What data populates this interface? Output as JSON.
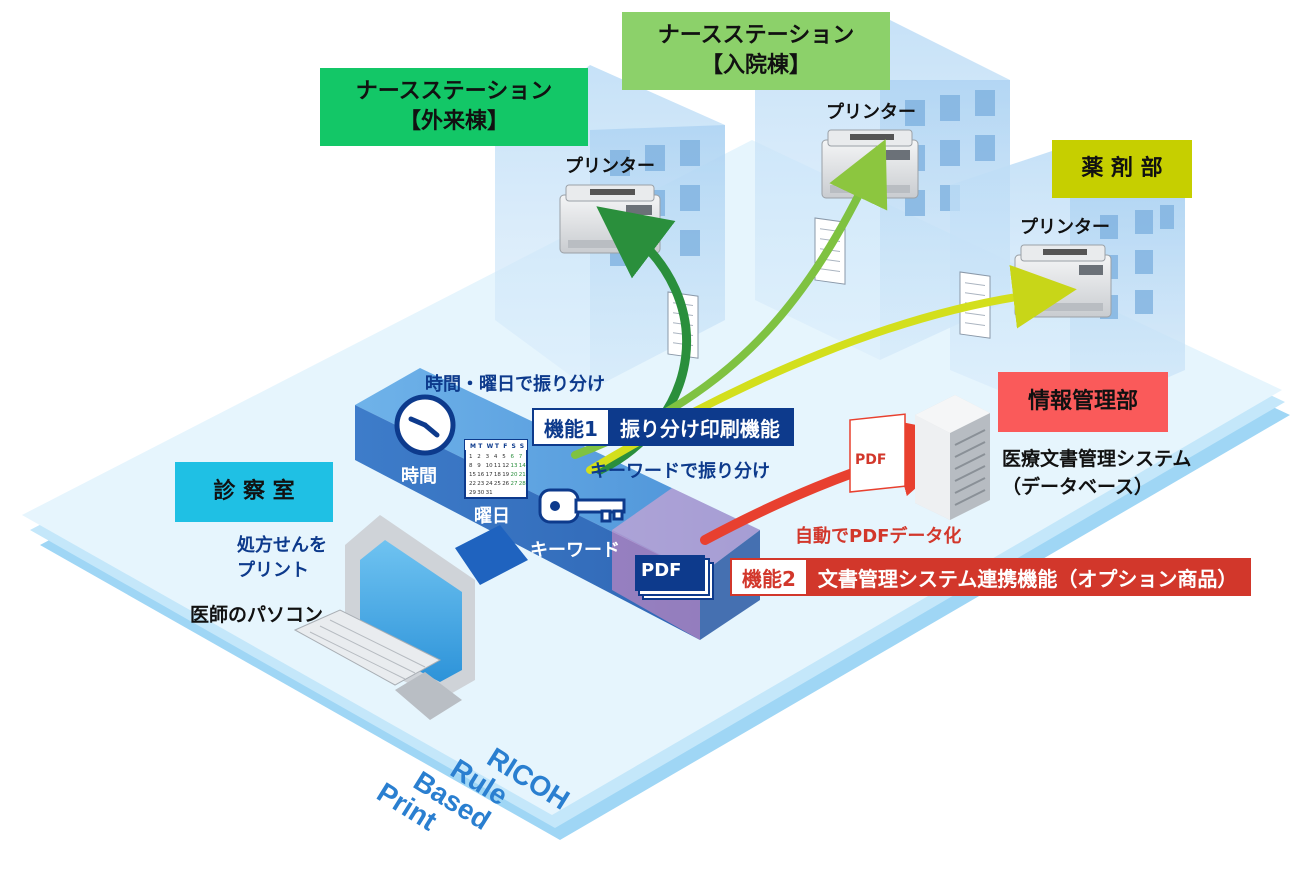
{
  "stations": {
    "outpatient": {
      "title": "ナースステーション",
      "sub": "【外来棟】",
      "color": "#13c767"
    },
    "inpatient": {
      "title": "ナースステーション",
      "sub": "【入院棟】",
      "color": "#8cd16a"
    },
    "pharmacy": {
      "title": "薬 剤 部",
      "color": "#c6cf00"
    },
    "info_mgmt": {
      "title": "情報管理部",
      "color": "#fa5a5a"
    },
    "exam_room": {
      "title": "診 察 室",
      "color": "#1fc0e4"
    }
  },
  "printers": {
    "printer1": "プリンター",
    "printer2": "プリンター",
    "printer3": "プリンター"
  },
  "labels": {
    "time_day_sort": "時間・曜日で振り分け",
    "time": "時間",
    "day": "曜日",
    "keyword_sort": "キーワードで振り分け",
    "keyword": "キーワード",
    "auto_pdf": "自動でPDFデータ化",
    "doc_system_line1": "医療文書管理システム",
    "doc_system_line2": "（データベース）",
    "print_rx_line1": "処方せんを",
    "print_rx_line2": "プリント",
    "doctor_pc": "医師のパソコン",
    "pdf_badge": "PDF",
    "pdf_doc": "PDF"
  },
  "features": {
    "f1": {
      "num": "機能1",
      "title": "振り分け印刷機能",
      "color": "#0d3a8c"
    },
    "f2": {
      "num": "機能2",
      "title": "文書管理システム連携機能（オプション商品）",
      "color": "#d2372b"
    }
  },
  "calendar": {
    "days": [
      "M",
      "T",
      "W",
      "T",
      "F",
      "S",
      "S"
    ],
    "rows": [
      [
        "1",
        "2",
        "3",
        "4",
        "5",
        "6",
        "7"
      ],
      [
        "8",
        "9",
        "10",
        "11",
        "12",
        "13",
        "14"
      ],
      [
        "15",
        "16",
        "17",
        "18",
        "19",
        "20",
        "21"
      ],
      [
        "22",
        "23",
        "24",
        "25",
        "26",
        "27",
        "28"
      ],
      [
        "29",
        "30",
        "31",
        "",
        "",
        "",
        ""
      ]
    ]
  },
  "brand": {
    "line1": "RICOH",
    "line2": "Rule",
    "line3": "Based",
    "line4": "Print"
  },
  "colors": {
    "arrow_green": "#2a8f3c",
    "arrow_lime": "#8cc63f",
    "arrow_yellow": "#d6e21a",
    "arrow_red": "#e8402f",
    "floor": "#e3f4fd",
    "conduit": "#3f8fd8"
  }
}
